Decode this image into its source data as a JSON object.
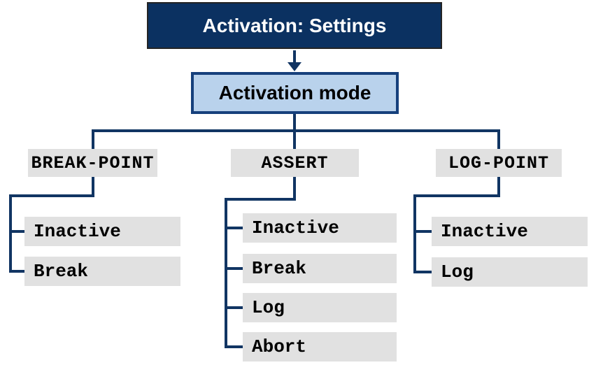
{
  "diagram": {
    "title": "Activation: Settings",
    "mode_label": "Activation mode",
    "columns": [
      {
        "label": "BREAK-POINT",
        "items": [
          "Inactive",
          "Break"
        ]
      },
      {
        "label": "ASSERT",
        "items": [
          "Inactive",
          "Break",
          "Log",
          "Abort"
        ]
      },
      {
        "label": "LOG-POINT",
        "items": [
          "Inactive",
          "Log"
        ]
      }
    ]
  },
  "colors": {
    "navy-fill": "#0b3161",
    "line": "#113563",
    "lightblue-fill": "#b9d2ec",
    "lightblue-border": "#16407c",
    "gray-fill": "#e1e1e1",
    "title-text": "#ffffff"
  }
}
